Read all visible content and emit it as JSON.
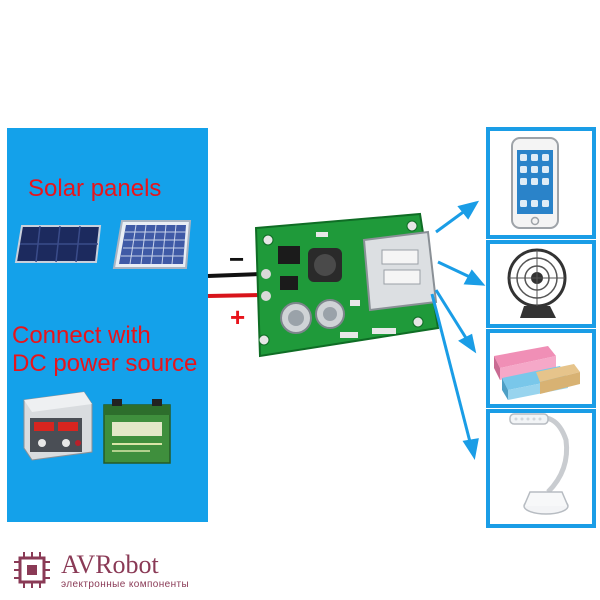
{
  "source": {
    "solar_title": "Solar panels",
    "dc_title_line1": "Connect with",
    "dc_title_line2": "DC power source"
  },
  "module": {
    "minus_symbol": "−",
    "plus_symbol": "+"
  },
  "devices": [
    "phone-icon",
    "usb-fan-icon",
    "power-bank-icon",
    "usb-lamp-icon"
  ],
  "logo": {
    "name": "AVRobot",
    "tagline": "электронные компоненты"
  },
  "colors": {
    "source_panel": "#14a1ea",
    "title_red": "#e8141b",
    "arrow_blue": "#1a9de6",
    "pcb_green": "#1f9a3a",
    "logo_maroon": "#8a3a56"
  }
}
